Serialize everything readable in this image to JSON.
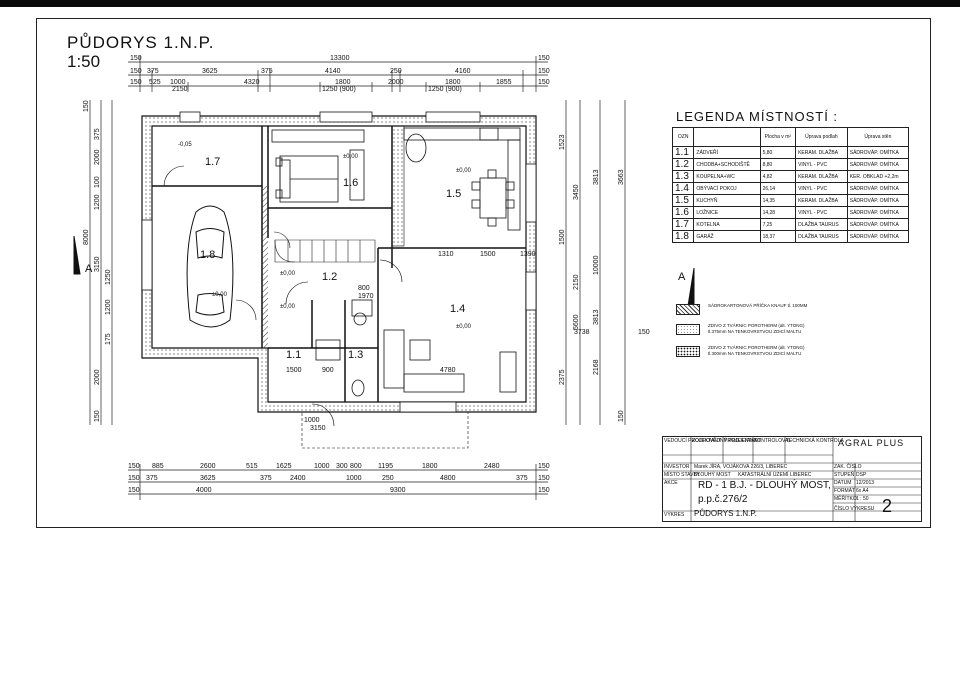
{
  "drawing": {
    "title": "PŮDORYS 1.N.P.",
    "scale": "1:50",
    "section_mark": "A"
  },
  "dimensions": {
    "top_row1": [
      "150",
      "13300",
      "150"
    ],
    "top_row2": [
      "150",
      "375",
      "3625",
      "375",
      "4140",
      "250",
      "4160",
      "150"
    ],
    "top_row3": [
      "150",
      "525",
      "1000",
      "4320",
      "1800",
      "2000",
      "1800",
      "1855",
      "150"
    ],
    "top_row3_sub": [
      "2150",
      "1250 (900)",
      "1250 (900)"
    ],
    "bottom_row1": [
      "150",
      "885",
      "2600",
      "515",
      "1625",
      "1000",
      "300",
      "800",
      "1195",
      "1800",
      "2480",
      "150"
    ],
    "bottom_row2": [
      "150",
      "375",
      "3625",
      "375",
      "2400",
      "1000",
      "250",
      "4800",
      "375",
      "150"
    ],
    "bottom_row3": [
      "150",
      "4000",
      "9300",
      "150"
    ],
    "left": [
      "150",
      "375",
      "2000",
      "100",
      "1200",
      "8000",
      "3150",
      "1250",
      "1200",
      "175",
      "2000",
      "150"
    ],
    "right": [
      "1523",
      "3813",
      "3663",
      "10000",
      "3450",
      "1500",
      "2150",
      "3813",
      "5600",
      "2375",
      "2168",
      "150"
    ],
    "interior": [
      "1310",
      "1500",
      "1390",
      "4780",
      "1500",
      "900",
      "800",
      "1970",
      "3738",
      "150",
      "1000",
      "3150"
    ]
  },
  "levels": [
    "-0,05",
    "±0,00",
    "±0,00",
    "±0,00",
    "±0,00",
    "±0,00",
    "±0,00"
  ],
  "rooms": [
    "1.1",
    "1.2",
    "1.3",
    "1.4",
    "1.5",
    "1.6",
    "1.7",
    "1.8"
  ],
  "legend": {
    "title": "LEGENDA MÍSTNOSTÍ :",
    "headers": [
      "OZN",
      "Plocha v m²",
      "Úprava podlah",
      "Úprava stěn"
    ],
    "rows": [
      {
        "num": "1.1",
        "name": "ZÁDVEŘÍ",
        "area": "5,80",
        "floor": "KERAM. DLAŽBA",
        "wall": "SÁDROVÁP. OMÍTKA"
      },
      {
        "num": "1.2",
        "name": "CHODBA+SCHODIŠTĚ",
        "area": "8,80",
        "floor": "VINYL - PVC",
        "wall": "SÁDROVÁP. OMÍTKA"
      },
      {
        "num": "1.3",
        "name": "KOUPELNA+WC",
        "area": "4,82",
        "floor": "KERAM. DLAŽBA",
        "wall": "KER. OBKLAD +2,2m"
      },
      {
        "num": "1.4",
        "name": "OBÝVACÍ POKOJ",
        "area": "26,14",
        "floor": "VINYL - PVC",
        "wall": "SÁDROVÁP. OMÍTKA"
      },
      {
        "num": "1.5",
        "name": "KUCHYŇ",
        "area": "14,35",
        "floor": "KERAM. DLAŽBA",
        "wall": "SÁDROVÁP. OMÍTKA"
      },
      {
        "num": "1.6",
        "name": "LOŽNICE",
        "area": "14,28",
        "floor": "VINYL - PVC",
        "wall": "SÁDROVÁP. OMÍTKA"
      },
      {
        "num": "1.7",
        "name": "KOTELNA",
        "area": "7,25",
        "floor": "DLAŽBA TAURUS",
        "wall": "SÁDROVÁP. OMÍTKA"
      },
      {
        "num": "1.8",
        "name": "GARÁŽ",
        "area": "18,37",
        "floor": "DLAŽBA TAURUS",
        "wall": "SÁDROVÁP. OMÍTKA"
      }
    ]
  },
  "materials": [
    "SÁDROKARTONOVÁ PŘÍČKA KNAUF tl. 100MM",
    "ZDIVO Z TVÁRNIC POROTHERM (alt. YTONG) tl.375mm NA TENKOVRSTVOU ZDICÍ MALTU",
    "ZDIVO Z TVÁRNIC POROTHERM (alt. YTONG) tl.300mm NA TENKOVRSTVOU ZDICÍ MALTU"
  ],
  "title_block": {
    "company": "AGRAL PLUS",
    "header_cells": [
      "VEDOUCÍ PROJEKTANT",
      "ZODPOVĚDNÝ PROJEKTANT",
      "PROJEKTANT",
      "KONTROLOVAL",
      "TECHNICKÁ KONTROLA"
    ],
    "investor_label": "INVESTOR",
    "investor": "Marek JÍRA, VOJÁKOVA 226/3, LIBEREC",
    "location_label": "MÍSTO STAVBY",
    "location": "DLOUHÝ MOST",
    "district_label": "KATASTRÁLNÍ ÚZEMÍ",
    "district": "LIBEREC",
    "project_label": "AKCE",
    "project_line1": "RD - 1 B.J. - DLOUHÝ MOST,",
    "project_line2": "p.p.č.276/2",
    "drawing_label": "VÝKRES",
    "drawing": "PŮDORYS 1.N.P.",
    "meta_labels": [
      "ZAK. ČÍSLO",
      "STUPEŇ",
      "DATUM",
      "FORMÁT",
      "MĚŘÍTKO",
      "ČÍSLO VÝKRESU"
    ],
    "meta_values": [
      "",
      "DSP",
      "12/2013",
      "6x A4",
      "1 : 50",
      "2"
    ]
  }
}
